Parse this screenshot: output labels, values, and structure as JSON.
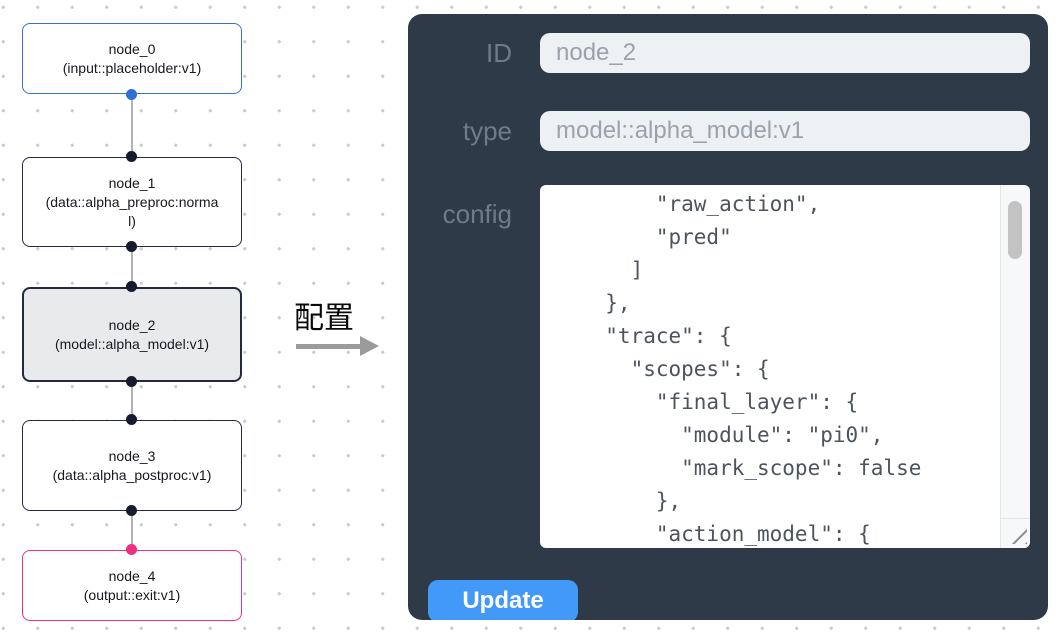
{
  "flow": {
    "nodes": [
      {
        "name": "node_0",
        "type": "(input::placeholder:v1)"
      },
      {
        "name": "node_1",
        "type": "(data::alpha_preproc:normal)"
      },
      {
        "name": "node_2",
        "type": "(model::alpha_model:v1)"
      },
      {
        "name": "node_3",
        "type": "(data::alpha_postproc:v1)"
      },
      {
        "name": "node_4",
        "type": "(output::exit:v1)"
      }
    ]
  },
  "transition": {
    "label": "配置"
  },
  "panel": {
    "id_label": "ID",
    "id_value": "node_2",
    "type_label": "type",
    "type_value": "model::alpha_model:v1",
    "config_label": "config",
    "config_text": "      \"raw_action\",\n      \"pred\"\n    ]\n  },\n  \"trace\": {\n    \"scopes\": {\n      \"final_layer\": {\n        \"module\": \"pi0\",\n        \"mark_scope\": false\n      },\n      \"action_model\": {",
    "update_label": "Update"
  },
  "colors": {
    "panel_bg": "#2e3a47",
    "accent_blue": "#4399f7",
    "input_node_border": "#3a6fd0",
    "output_node_border": "#ee2e7f",
    "default_node_border": "#232941",
    "selected_node_bg": "#e9eaec",
    "input_field_bg": "#eef1f4"
  }
}
